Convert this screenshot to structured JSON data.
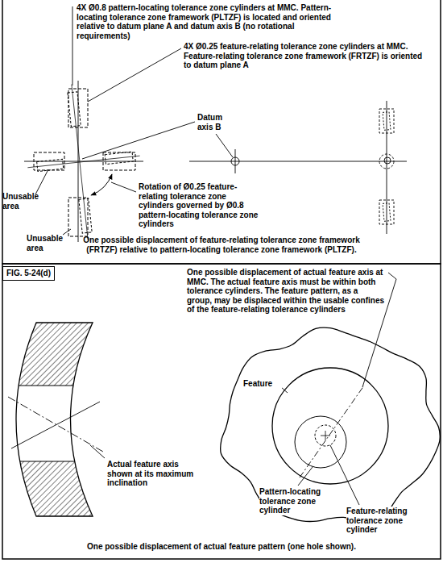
{
  "diagram": {
    "nodes": [
      {
        "text": [
          "FIG. 5-24(d)"
        ]
      }
    ],
    "labels": [
      "4X Ø0.8 pattern-locating tolerance zone cylinders at MMC. Pattern-locating tolerance zone framework (PLTZF) is located and oriented relative to datum plane A and datum axis B (no rotational requirements)",
      "4X Ø0.25 feature-relating tolerance zone cylinders at MMC. Feature-relating tolerance zone framework (FRTZF) is oriented to datum plane A",
      "Datum axis B",
      "Unusable area",
      "Rotation of Ø0.25 feature-relating tolerance zone cylinders governed by Ø0.8 pattern-locating tolerance zone cylinders",
      "Unusable area",
      "One possible displacement of feature-relating tolerance zone framework (FRTZF) relative to pattern-locating tolerance zone framework (PLTZF).",
      "One possible displacement of actual feature axis at MMC. The actual feature axis must be within both tolerance cylinders. The feature pattern, as a group, may be displaced within the usable confines of the feature-relating tolerance cylinders",
      "Feature",
      "Actual feature axis shown at its maximum inclination",
      "Pattern-locating tolerance zone cylinder",
      "Feature-relating tolerance zone cylinder",
      "One possible displacement of actual feature pattern (one hole shown)."
    ]
  }
}
